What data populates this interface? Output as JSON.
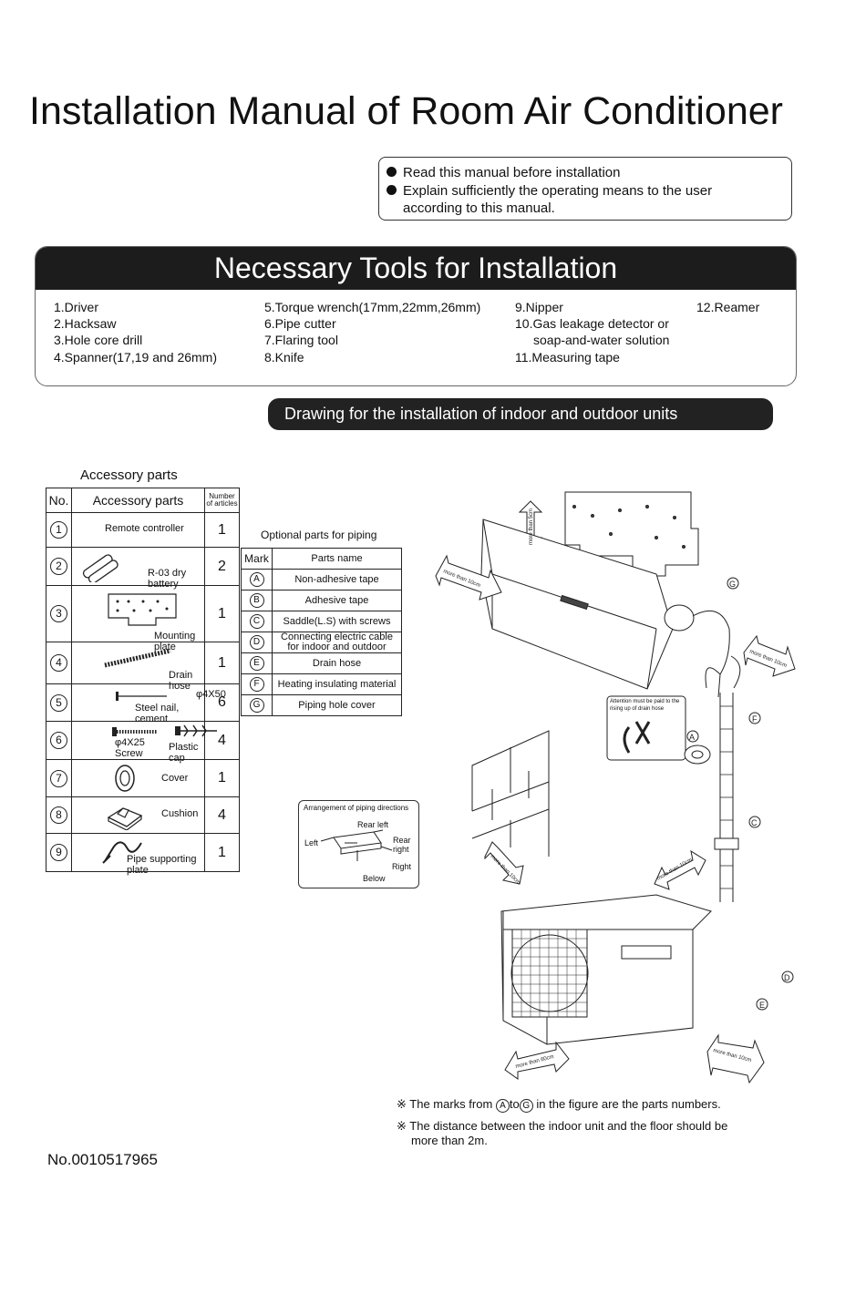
{
  "title": "Installation Manual of Room Air Conditioner",
  "notes": [
    "Read this manual before installation",
    "Explain sufficiently the operating means to the user",
    "according to this manual."
  ],
  "tools": {
    "heading": "Necessary Tools for Installation",
    "col1": [
      "1.Driver",
      "2.Hacksaw",
      "3.Hole core drill",
      "4.Spanner(17,19 and 26mm)"
    ],
    "col2": [
      "5.Torque wrench(17mm,22mm,26mm)",
      "6.Pipe cutter",
      "7.Flaring tool",
      "8.Knife"
    ],
    "col3": [
      "9.Nipper",
      "10.Gas leakage detector or",
      "soap-and-water solution",
      "11.Measuring tape"
    ],
    "col4": [
      "12.Reamer"
    ]
  },
  "drawing_heading": "Drawing for the installation of indoor and outdoor units",
  "accessory": {
    "caption": "Accessory parts",
    "headers": [
      "No.",
      "Accessory parts",
      "Number of articles"
    ],
    "rows": [
      {
        "no": "1",
        "name": "Remote controller",
        "qty": "1"
      },
      {
        "no": "2",
        "name": "R-03 dry battery",
        "qty": "2"
      },
      {
        "no": "3",
        "name": "Mounting plate",
        "qty": "1"
      },
      {
        "no": "4",
        "name": "Drain hose",
        "qty": "1"
      },
      {
        "no": "5",
        "name": "Steel nail, cement",
        "spec": "φ4X50",
        "qty": "6"
      },
      {
        "no": "6",
        "name": "Plastic cap",
        "spec": "φ4X25",
        "spec2": "Screw",
        "qty": "4"
      },
      {
        "no": "7",
        "name": "Cover",
        "qty": "1"
      },
      {
        "no": "8",
        "name": "Cushion",
        "qty": "4"
      },
      {
        "no": "9",
        "name": "Pipe supporting plate",
        "qty": "1"
      }
    ]
  },
  "optional": {
    "caption": "Optional parts for piping",
    "headers": [
      "Mark",
      "Parts name"
    ],
    "rows": [
      {
        "mark": "A",
        "name": "Non-adhesive tape"
      },
      {
        "mark": "B",
        "name": "Adhesive tape"
      },
      {
        "mark": "C",
        "name": "Saddle(L.S) with screws"
      },
      {
        "mark": "D",
        "name": "Connecting electric cable",
        "name2": "for indoor and outdoor"
      },
      {
        "mark": "E",
        "name": "Drain hose"
      },
      {
        "mark": "F",
        "name": "Heating insulating material"
      },
      {
        "mark": "G",
        "name": "Piping hole cover"
      }
    ]
  },
  "arrangement": {
    "title": "Arrangement of piping directions",
    "rear_left": "Rear left",
    "rear_right": "Rear right",
    "left": "Left",
    "right": "Right",
    "below": "Below"
  },
  "diagram": {
    "attention": "Attention must be paid to the rising up of drain hose",
    "clearances": [
      "more than 5cm",
      "more than 10cm",
      "more than 10cm",
      "more than 10cm",
      "more than 10cm",
      "more than 60cm",
      "more than 10cm"
    ]
  },
  "footnotes": {
    "note1_prefix": "※ The marks from",
    "note1_a": "A",
    "note1_to": "to",
    "note1_g": "G",
    "note1_suffix": "in the figure are the parts numbers.",
    "note2": "※ The distance between the indoor unit and the floor should be",
    "note2b": "more than 2m."
  },
  "doc_number": "No.0010517965"
}
